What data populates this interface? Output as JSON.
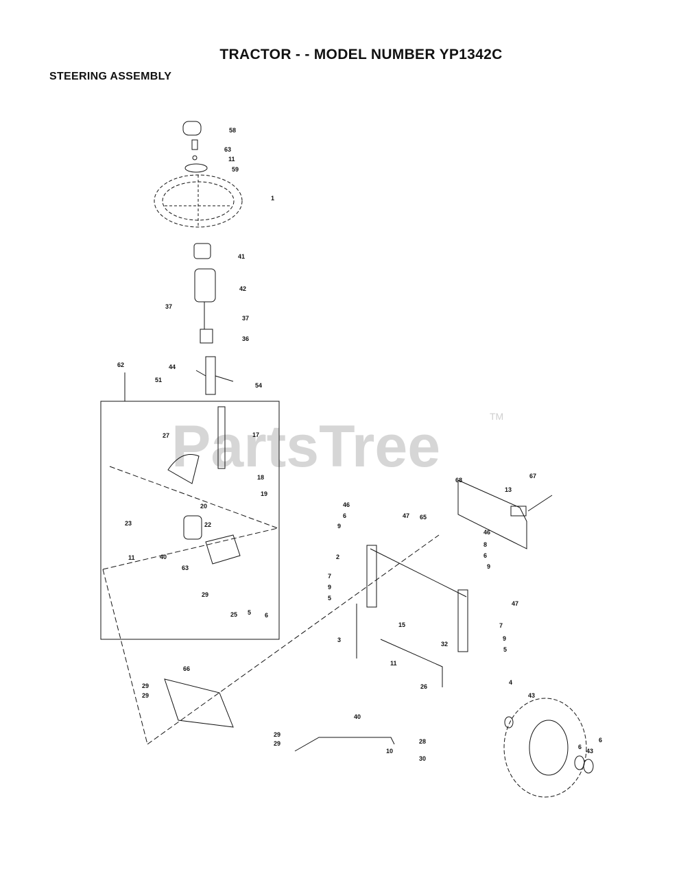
{
  "header": {
    "title": "TRACTOR - - MODEL NUMBER YP1342C",
    "subtitle": "STEERING ASSEMBLY"
  },
  "watermark": {
    "text": "PartsTree",
    "trademark": "TM"
  },
  "part_labels": [
    "58",
    "63",
    "11",
    "59",
    "1",
    "41",
    "42",
    "37",
    "37",
    "36",
    "44",
    "54",
    "51",
    "62",
    "17",
    "27",
    "18",
    "19",
    "20",
    "22",
    "23",
    "11",
    "40",
    "63",
    "29",
    "25",
    "5",
    "6",
    "68",
    "67",
    "13",
    "46",
    "6",
    "9",
    "47",
    "65",
    "2",
    "46",
    "8",
    "6",
    "9",
    "47",
    "7",
    "9",
    "5",
    "15",
    "7",
    "9",
    "5",
    "3",
    "32",
    "11",
    "26",
    "4",
    "40",
    "43",
    "6",
    "43",
    "6",
    "28",
    "30",
    "10",
    "66",
    "29",
    "29",
    "29",
    "29"
  ]
}
